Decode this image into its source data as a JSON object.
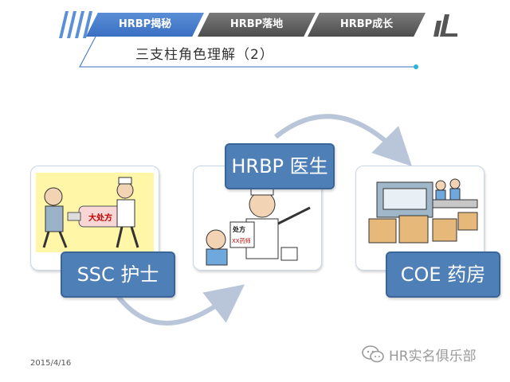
{
  "tabs": [
    {
      "label": "HRBP揭秘",
      "active": true
    },
    {
      "label": "HRBP落地",
      "active": false
    },
    {
      "label": "HRBP成长",
      "active": false
    }
  ],
  "subtitle": "三支柱角色理解（2）",
  "cards": [
    {
      "label": "SSC 护士",
      "caption": "大处方"
    },
    {
      "label": "HRBP 医生",
      "caption_top": "处方",
      "caption_bottom": "XX药师"
    },
    {
      "label": "COE 药房"
    }
  ],
  "footer": {
    "date": "2015/4/16",
    "watermark": "HR实名俱乐部"
  },
  "colors": {
    "accent": "#3a6ec2",
    "label_fill": "#4f7fb7",
    "arrow": "#b9c6d9"
  }
}
